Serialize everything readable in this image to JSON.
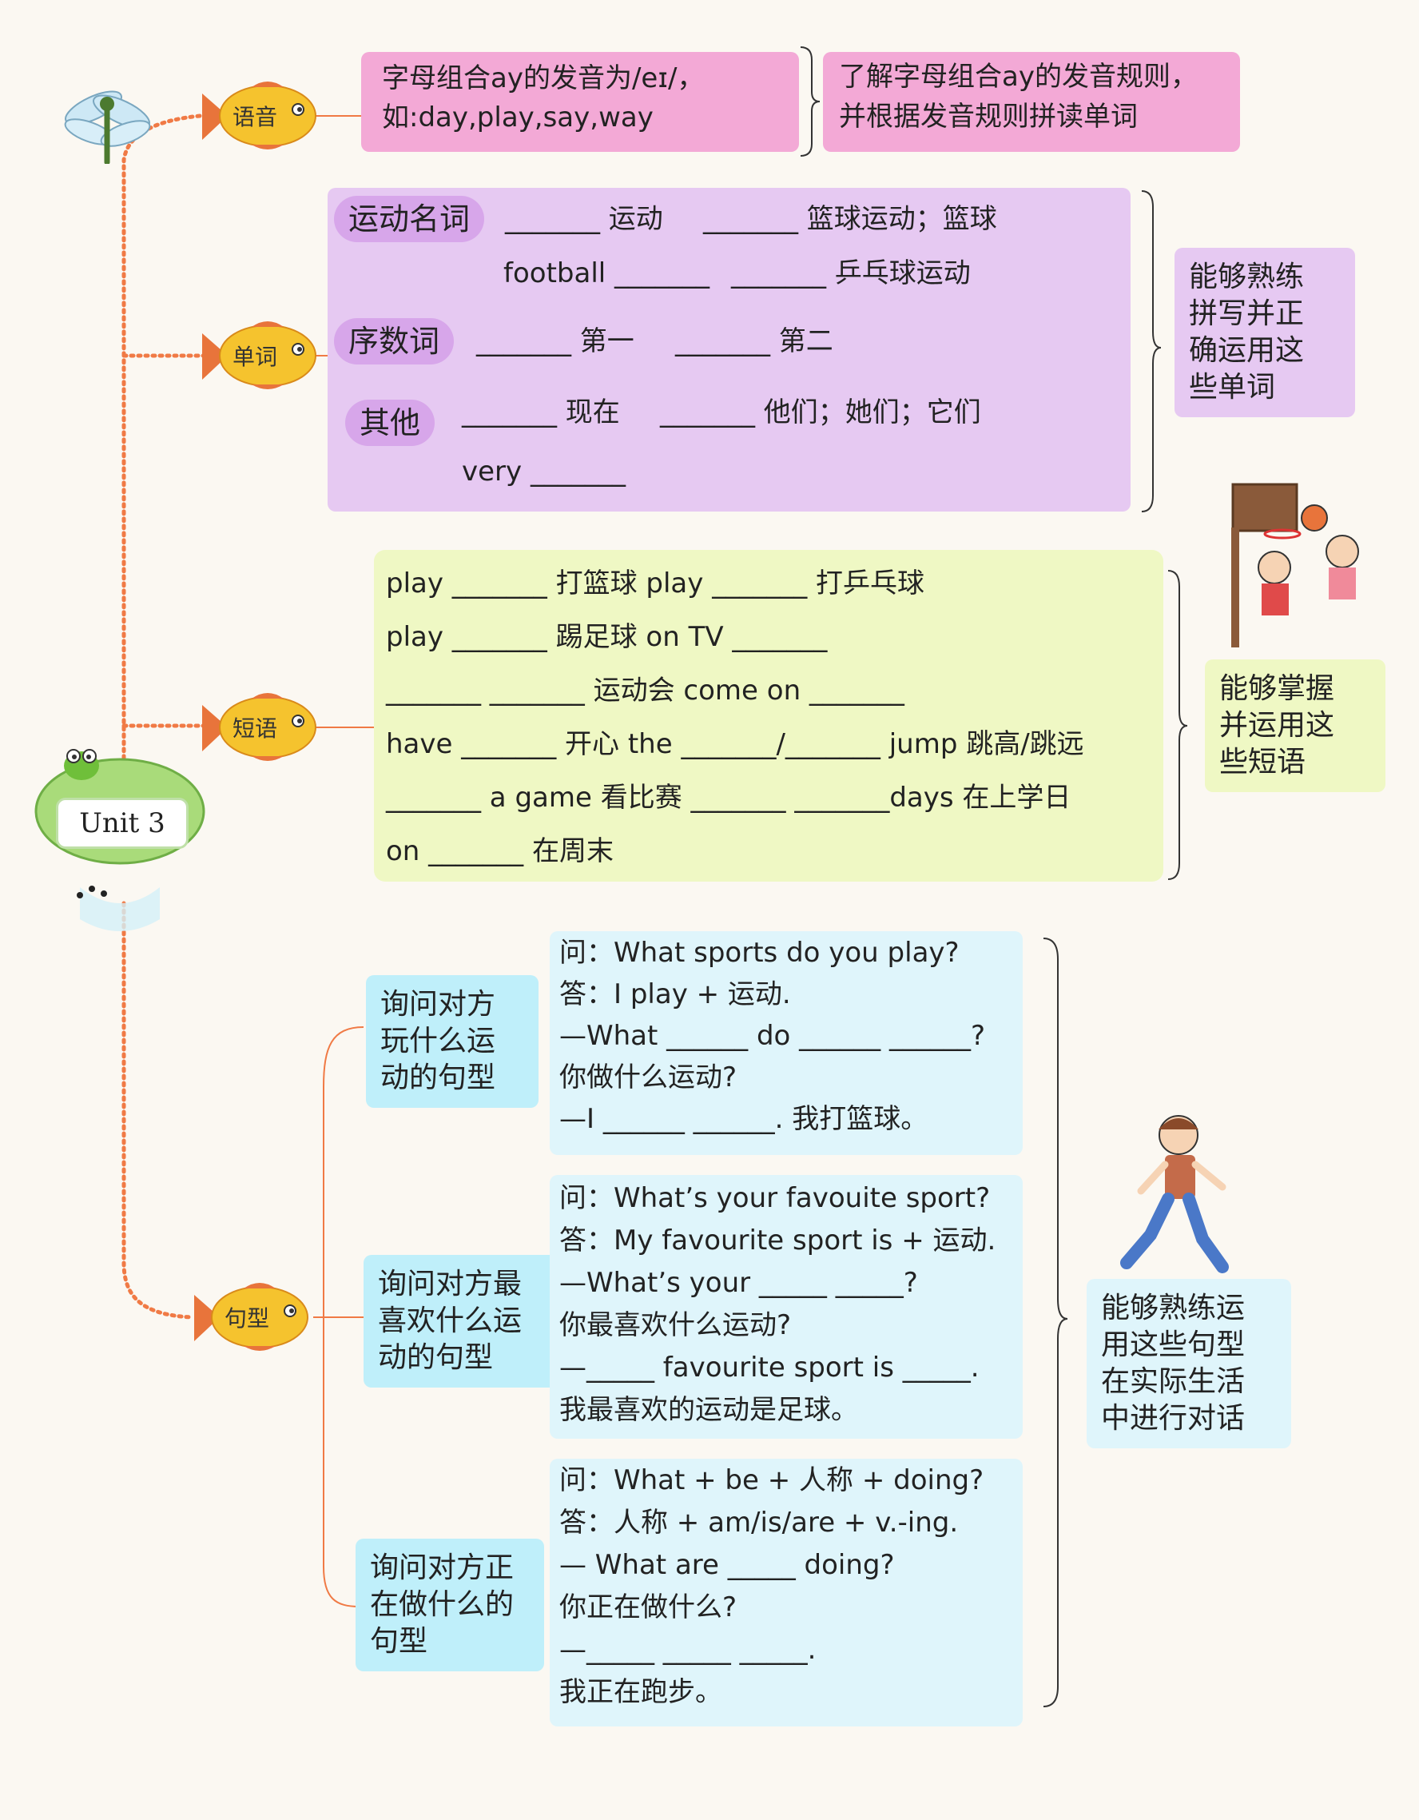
{
  "unit": "Unit 3",
  "colors": {
    "connector": "#f07a45",
    "fish_body": "#f5c32e",
    "fish_tail": "#e8743b",
    "pink": "#f3a9d6",
    "lavender": "#e6c9f2",
    "yellow_green": "#eff8c4",
    "cyan": "#bfeffa"
  },
  "branches": {
    "phonics": {
      "fish_label": "语音",
      "content": [
        "字母组合ay的发音为/eɪ/，",
        "如:day,play,say,way"
      ],
      "goal": [
        "了解字母组合ay的发音规则，",
        "并根据发音规则拼读单词"
      ]
    },
    "words": {
      "fish_label": "单词",
      "sport_label": "运动名词",
      "sport_line1": [
        "_______ 运动",
        "_______ 篮球运动；篮球"
      ],
      "sport_line2": [
        "football _______",
        "_______ 乒乓球运动"
      ],
      "ordinal_label": "序数词",
      "ordinal_line": [
        "_______ 第一",
        "_______ 第二"
      ],
      "other_label": "其他",
      "other_line1": [
        "_______ 现在",
        "_______ 他们；她们；它们"
      ],
      "other_line2": "very _______",
      "goal": [
        "能够熟练",
        "拼写并正",
        "确运用这",
        "些单词"
      ]
    },
    "phrases": {
      "fish_label": "短语",
      "lines": [
        "play _______ 打篮球  play _______ 打乒乓球",
        "play _______ 踢足球  on TV _______",
        "_______ _______ 运动会  come on _______",
        "have _______ 开心  the _______/_______ jump 跳高/跳远",
        "_______ a game 看比赛  _______ _______days 在上学日",
        "on _______ 在周末"
      ],
      "goal": [
        "能够掌握",
        "并运用这",
        "些短语"
      ]
    },
    "sentences": {
      "fish_label": "句型",
      "patterns": [
        {
          "title": [
            "询问对方",
            "玩什么运",
            "动的句型"
          ],
          "lines": [
            "问：What sports do you play?",
            "答：I play + 运动.",
            "—What ______ do ______ ______?",
            "  你做什么运动?",
            "—I ______ ______. 我打篮球。"
          ]
        },
        {
          "title": [
            "询问对方最",
            "喜欢什么运",
            "动的句型"
          ],
          "lines": [
            "问：What’s your favouite sport?",
            "答：My favourite sport is + 运动.",
            "—What’s your _____ _____?",
            "  你最喜欢什么运动?",
            "—_____ favourite sport  is _____.",
            "  我最喜欢的运动是足球。"
          ]
        },
        {
          "title": [
            "询问对方正",
            "在做什么的",
            "句型"
          ],
          "lines": [
            "问：What + be + 人称 + doing?",
            "答：人称 + am/is/are + v.-ing.",
            "— What are _____ doing?",
            "  你正在做什么?",
            "—_____ _____ _____.",
            "  我正在跑步。"
          ]
        }
      ],
      "goal": [
        "能够熟练运",
        "用这些句型",
        "在实际生活",
        "中进行对话"
      ]
    }
  },
  "icons": [
    "dragonfly-icon",
    "frog-icon",
    "fish-icon",
    "basketball-kids-icon",
    "running-girl-icon"
  ]
}
